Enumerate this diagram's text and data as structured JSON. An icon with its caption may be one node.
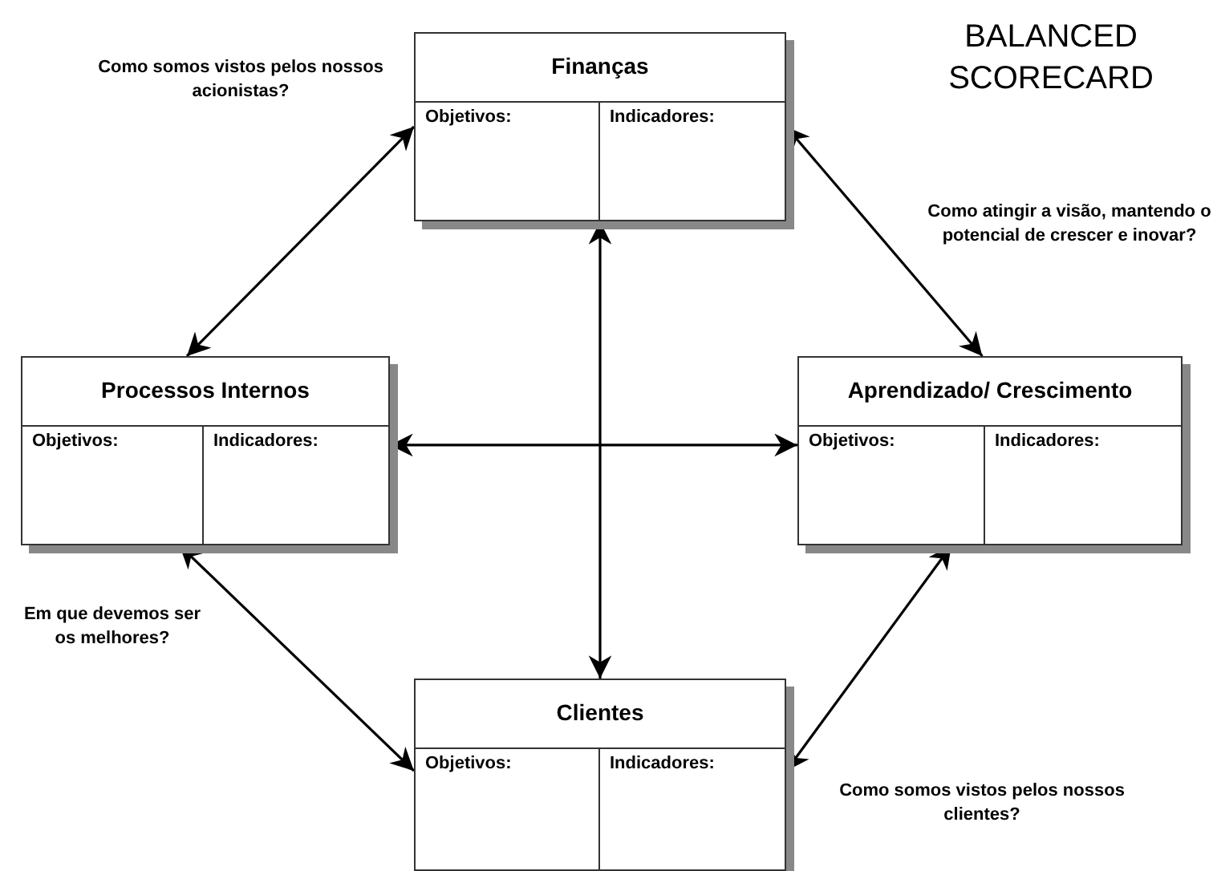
{
  "diagram": {
    "title": "BALANCED SCORECARD",
    "nodes": [
      {
        "text": [
          "Finanças",
          "Objetivos:",
          "Indicadores:"
        ]
      },
      {
        "text": [
          "Processos Internos",
          "Objetivos:",
          "Indicadores:"
        ]
      },
      {
        "text": [
          "Aprendizado/ Crescimento",
          "Objetivos:",
          "Indicadores:"
        ]
      },
      {
        "text": [
          "Clientes",
          "Objetivos:",
          "Indicadores:"
        ]
      }
    ],
    "edges": [
      {
        "from": 1,
        "to": 0,
        "arrow": "both"
      },
      {
        "from": 0,
        "to": 2,
        "arrow": "both"
      },
      {
        "from": 0,
        "to": 3,
        "arrow": "both"
      },
      {
        "from": 1,
        "to": 2,
        "arrow": "both"
      },
      {
        "from": 1,
        "to": 3,
        "arrow": "both"
      },
      {
        "from": 2,
        "to": 3,
        "arrow": "both"
      }
    ],
    "labels": [
      "Como somos vistos pelos nossos acionistas?",
      "Como atingir a visão, mantendo o potencial de crescer e inovar?",
      "Em que devemos ser os melhores?",
      "Como somos vistos pelos nossos clientes?"
    ]
  }
}
